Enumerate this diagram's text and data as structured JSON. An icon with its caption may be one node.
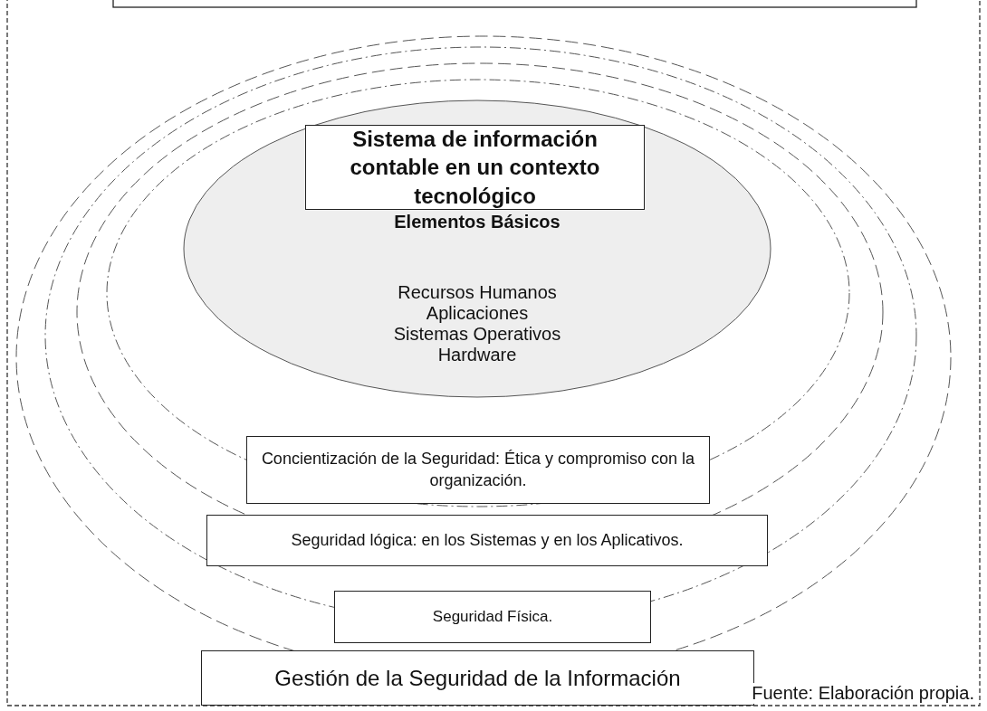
{
  "diagram": {
    "nodes": [
      {
        "text": [
          "Elementos Básicos",
          "Recursos Humanos",
          "Aplicaciones",
          "Sistemas Operativos",
          "Hardware"
        ]
      },
      {
        "text": [
          "Sistema de información contable en un contexto tecnológico"
        ],
        "in": 0
      },
      {
        "text": [
          "Concientización de la Seguridad: Ética y compromiso con la organización."
        ]
      },
      {
        "text": [
          "Seguridad lógica: en los Sistemas y en los Aplicativos."
        ]
      },
      {
        "text": [
          "Seguridad Física."
        ]
      },
      {
        "text": [
          "Gestión de la Seguridad de la Información"
        ]
      }
    ],
    "labels": [
      "Fuente: Elaboración propia."
    ]
  }
}
